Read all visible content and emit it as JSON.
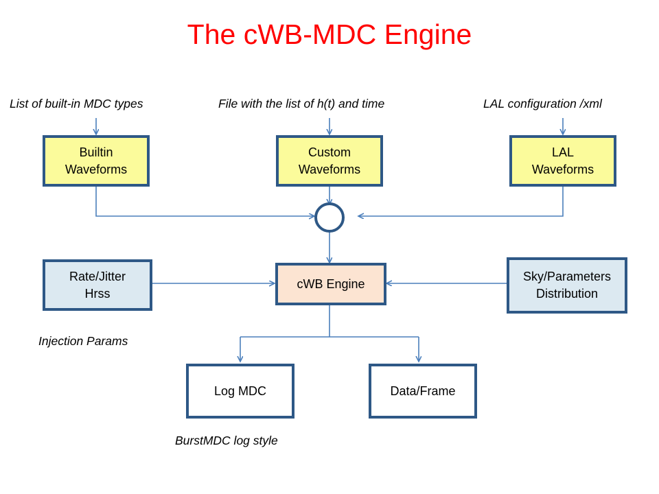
{
  "title": "The cWB-MDC Engine",
  "colors": {
    "title": "#FF0000",
    "border": "#2E5886",
    "connector": "#4A7EBB",
    "yellow_fill": "#FBFB9B",
    "lightblue_fill": "#DCE9F1",
    "peach_fill": "#FCE4D2",
    "white_fill": "#FFFFFF",
    "text": "#000000"
  },
  "captions": {
    "builtin_input": "List of built-in MDC types",
    "custom_input": "File with the list of h(t) and time",
    "lal_input": "LAL configuration /xml",
    "injection_params": "Injection Params",
    "burstmdc_log": "BurstMDC log style"
  },
  "nodes": {
    "builtin_waveforms": {
      "line1": "Builtin",
      "line2": "Waveforms",
      "fill": "yellow"
    },
    "custom_waveforms": {
      "line1": "Custom",
      "line2": "Waveforms",
      "fill": "yellow"
    },
    "lal_waveforms": {
      "line1": "LAL",
      "line2": "Waveforms",
      "fill": "yellow"
    },
    "rate_jitter_hrss": {
      "line1": "Rate/Jitter",
      "line2": "Hrss",
      "fill": "lightblue"
    },
    "cwb_engine": {
      "line1": "cWB Engine",
      "line2": "",
      "fill": "peach"
    },
    "sky_parameters": {
      "line1": "Sky/Parameters",
      "line2": "Distribution",
      "fill": "lightblue"
    },
    "log_mdc": {
      "line1": "Log MDC",
      "line2": "",
      "fill": "white"
    },
    "data_frame": {
      "line1": "Data/Frame",
      "line2": "",
      "fill": "white"
    }
  },
  "junction": {
    "name": "merge-junction",
    "shape": "circle"
  }
}
